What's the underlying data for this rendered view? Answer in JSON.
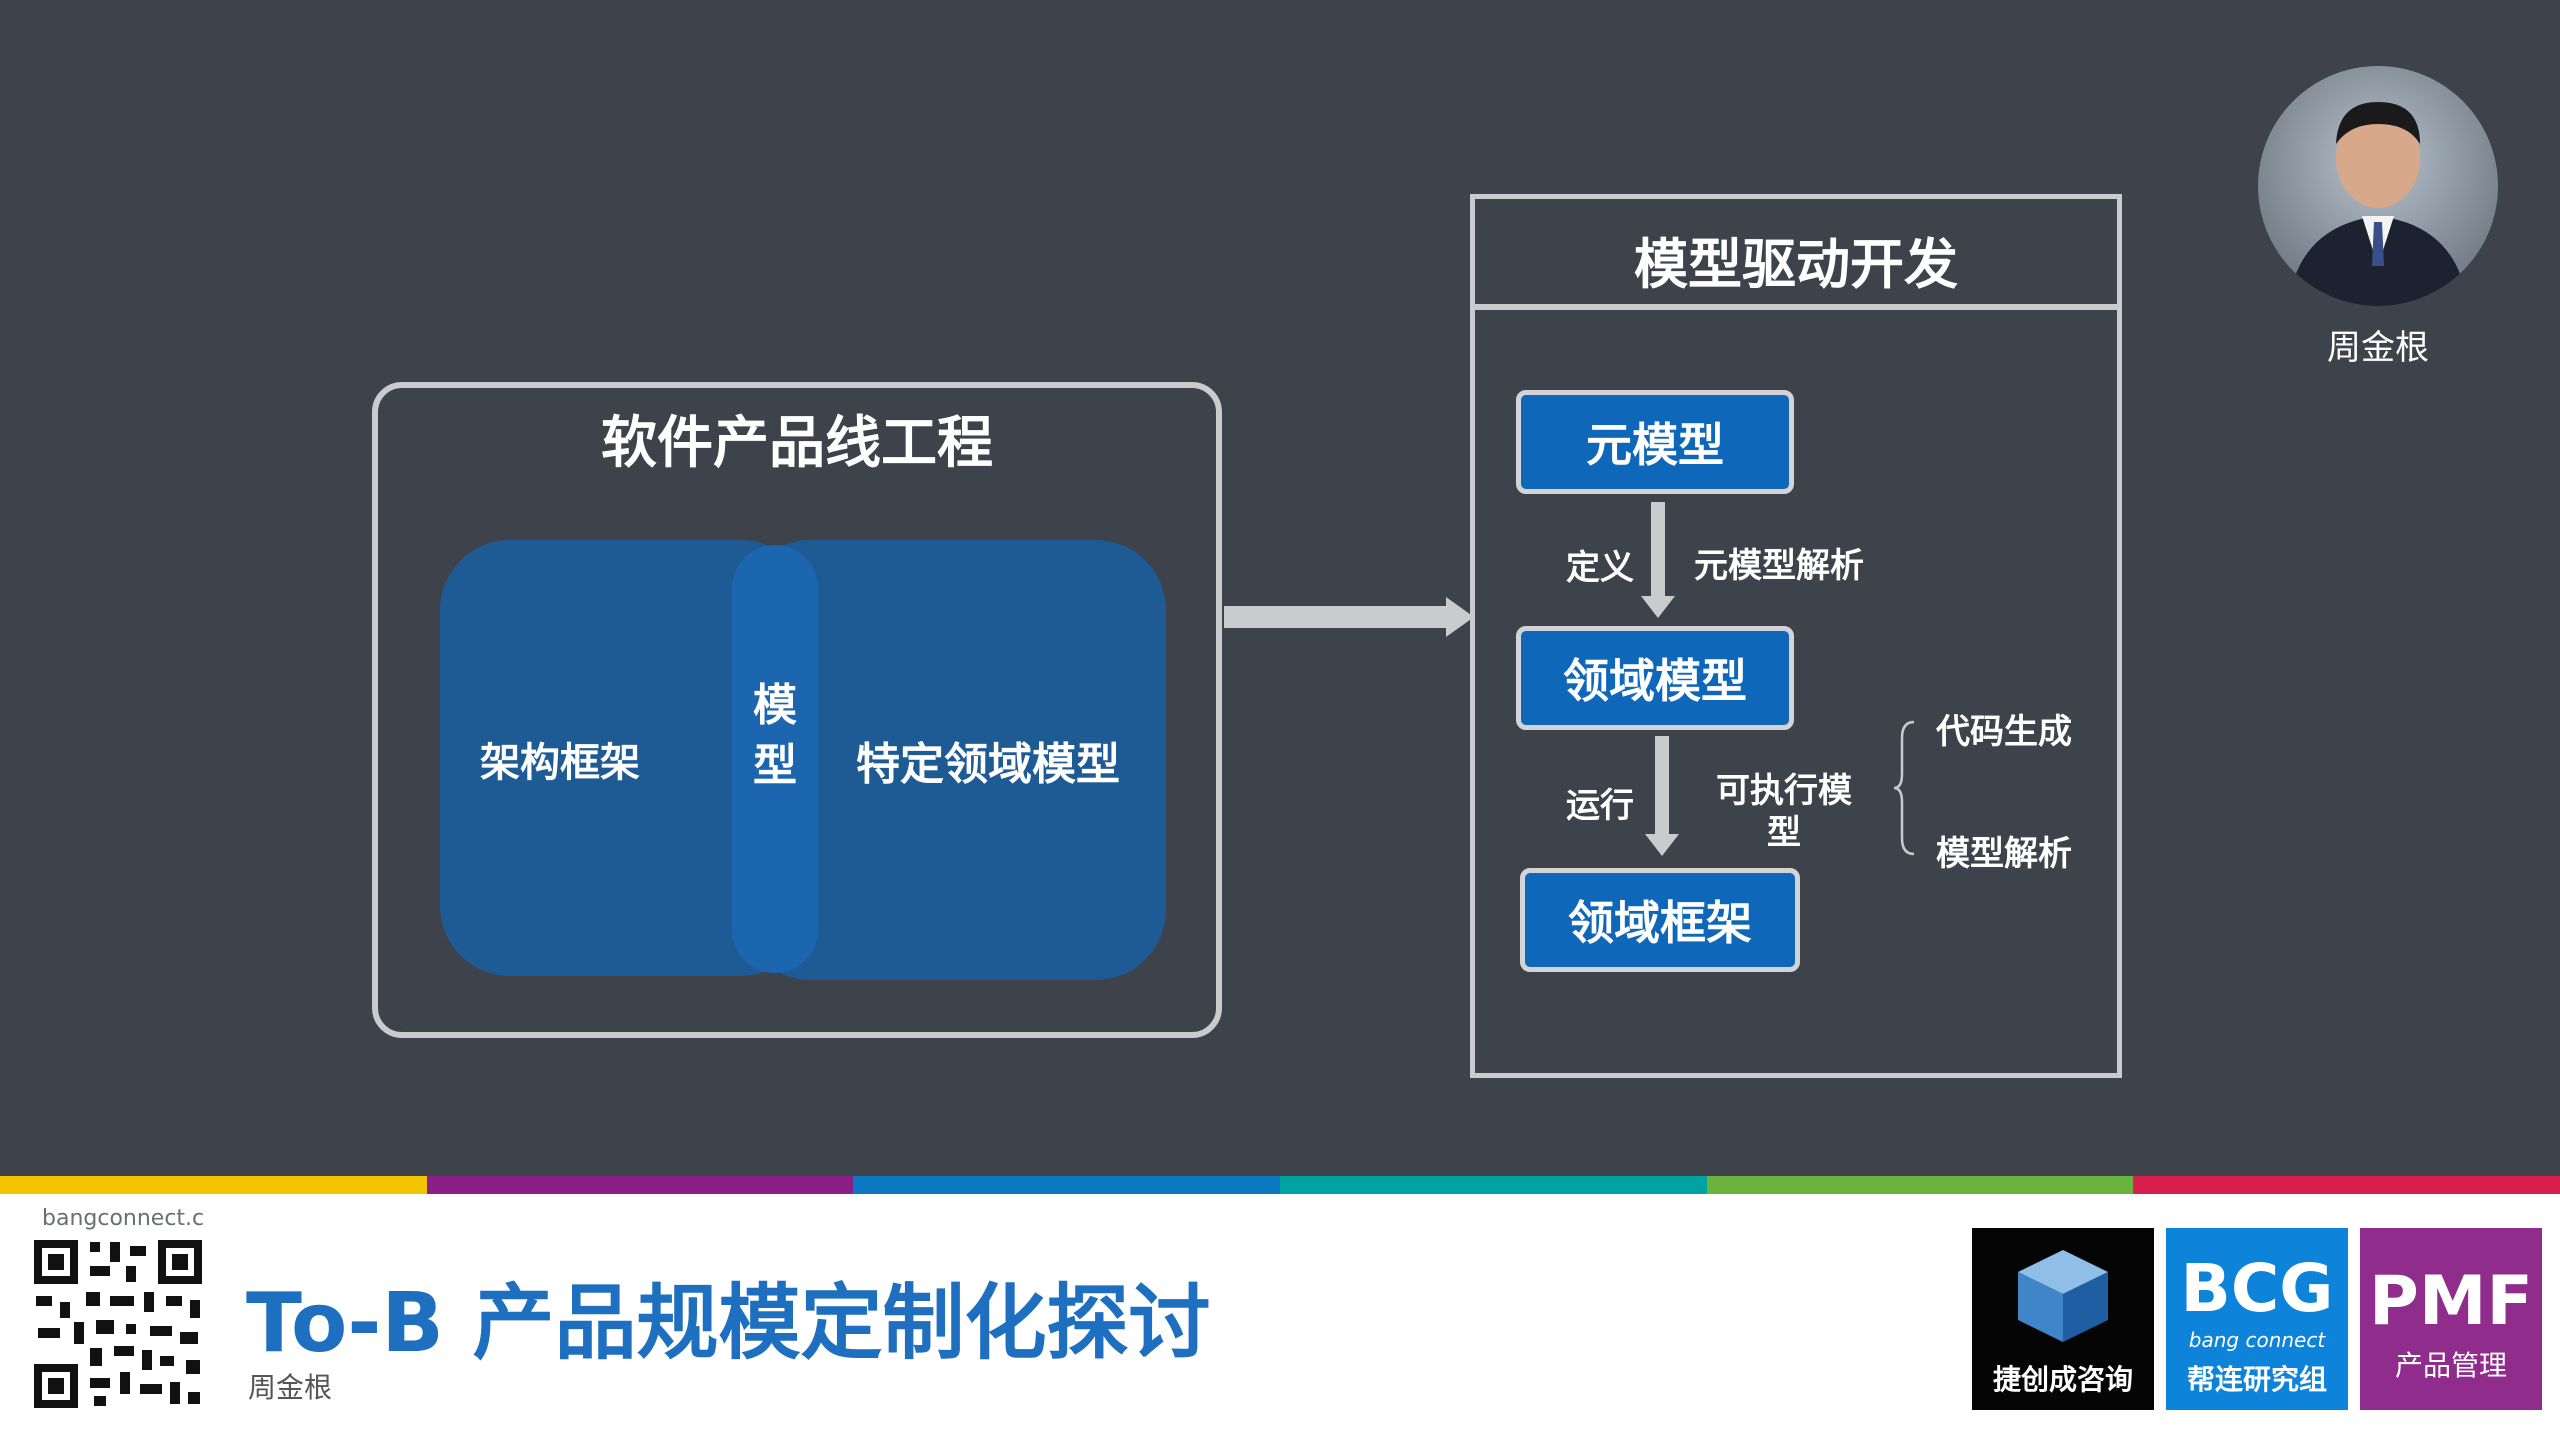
{
  "left_block": {
    "title": "软件产品线工程",
    "left_label": "架构框架",
    "middle_label_line1": "模",
    "middle_label_line2": "型",
    "right_label": "特定领域模型"
  },
  "right_block": {
    "title": "模型驱动开发",
    "nodes": [
      "元模型",
      "领域模型",
      "领域框架"
    ],
    "arrow1_left": "定义",
    "arrow1_right": "元模型解析",
    "arrow2_left": "运行",
    "arrow2_right_line1": "可执行模",
    "arrow2_right_line2": "型",
    "branch_top": "代码生成",
    "branch_bottom": "模型解析"
  },
  "presenter": {
    "name": "周金根"
  },
  "color_bar": [
    "#f5c400",
    "#8b1f88",
    "#0b78c1",
    "#00a3a1",
    "#6ab43e",
    "#d81e4d"
  ],
  "footer": {
    "domain_text": "bangconnect.c",
    "title": "To-B 产品规模定制化探讨",
    "author": "周金根"
  },
  "logos": {
    "logo1_text": "捷创成咨询",
    "logo2_main": "BCG",
    "logo2_sub": "bang connect",
    "logo2_cn": "帮连研究组",
    "logo3_main": "PMF",
    "logo3_cn": "产品管理"
  },
  "colors": {
    "slide_bg": "#3e434b",
    "accent_blue": "#1e6fbf",
    "node_blue": "#0e67b9"
  }
}
